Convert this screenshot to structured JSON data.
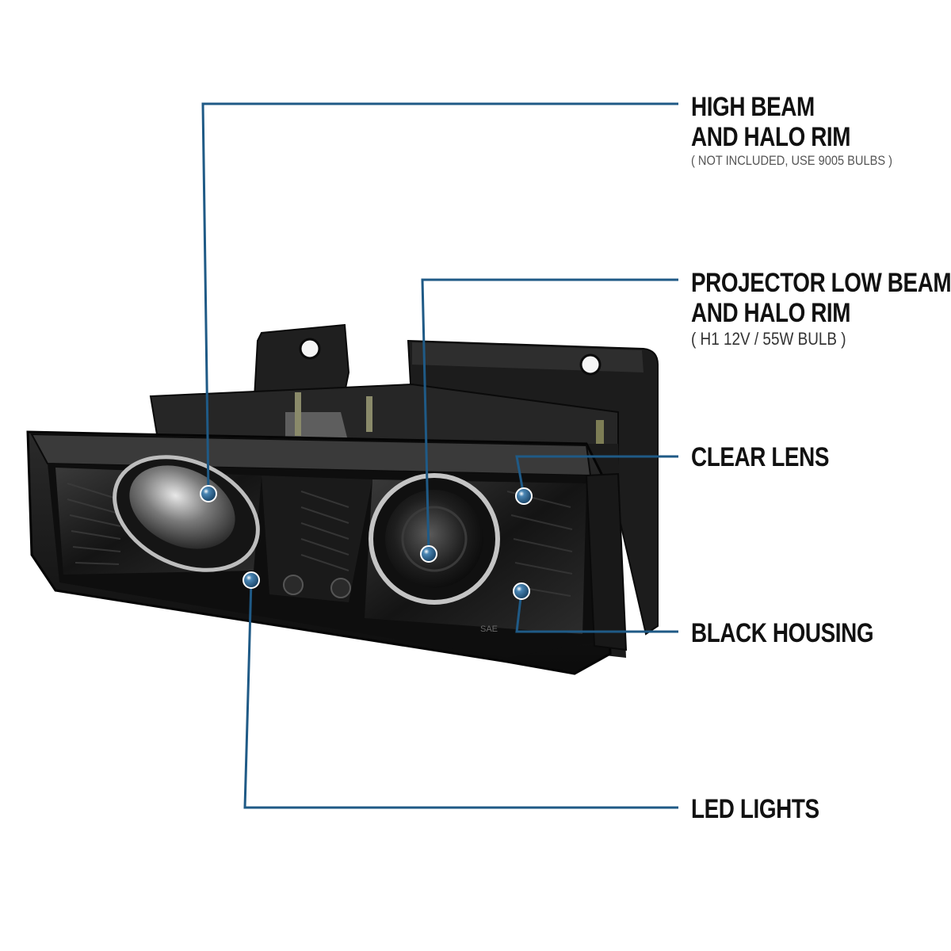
{
  "colors": {
    "leader_line": "#1f5a86",
    "dot": "#1f5a86",
    "label_text": "#111111",
    "note_text": "#555555"
  },
  "callouts": {
    "high_beam": {
      "title_line1": "HIGH BEAM",
      "title_line2": "AND HALO RIM",
      "note": "( NOT INCLUDED, USE 9005 BULBS )"
    },
    "projector_low_beam": {
      "title_line1": "PROJECTOR LOW BEAM",
      "title_line2": "AND HALO RIM",
      "note": "( H1  12V / 55W  BULB )"
    },
    "clear_lens": {
      "title": "CLEAR LENS"
    },
    "black_housing": {
      "title": "BLACK HOUSING"
    },
    "led_lights": {
      "title": "LED LIGHTS"
    }
  },
  "product": {
    "markings": {
      "sae": "SAE"
    }
  }
}
